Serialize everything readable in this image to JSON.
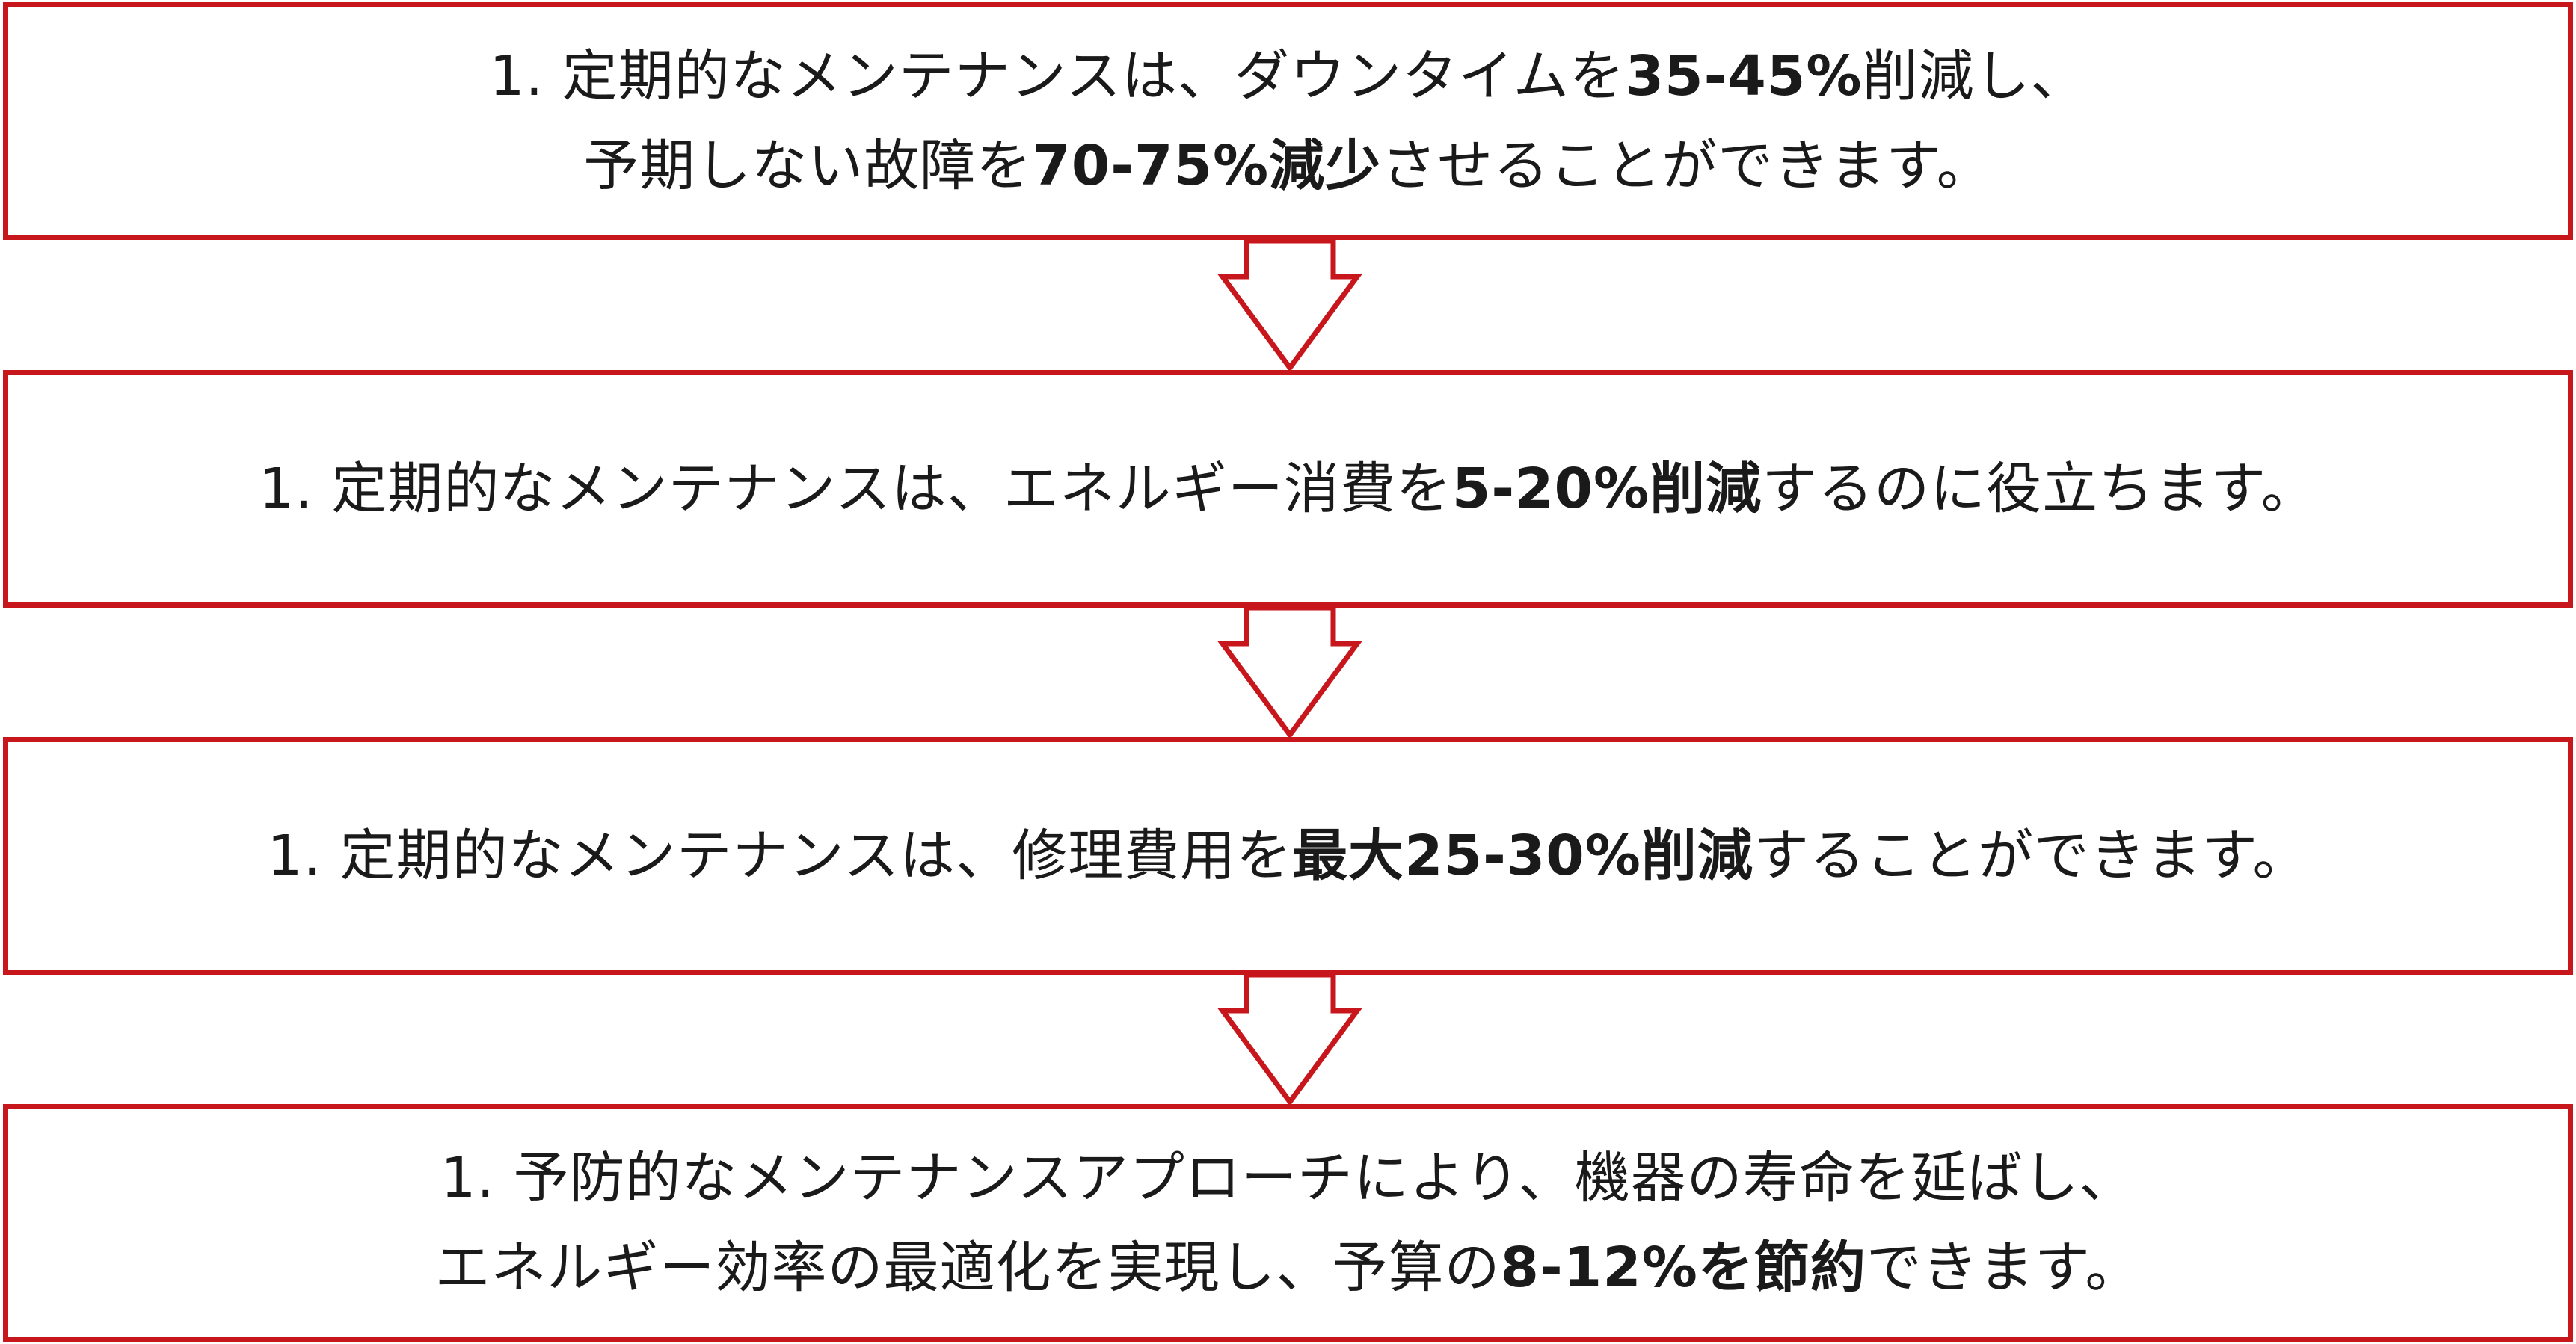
{
  "steps": [
    {
      "lines": [
        [
          {
            "text": "1. 定期的なメンテナンスは、ダウンタイムを",
            "bold": false
          },
          {
            "text": "35-45%",
            "bold": true
          },
          {
            "text": "削減し、",
            "bold": false
          }
        ],
        [
          {
            "text": "予期しない故障を",
            "bold": false
          },
          {
            "text": "70-75%減少",
            "bold": true
          },
          {
            "text": "させることができます。",
            "bold": false
          }
        ]
      ]
    },
    {
      "lines": [
        [
          {
            "text": "1. 定期的なメンテナンスは、エネルギー消費を",
            "bold": false
          },
          {
            "text": "5-20%削減",
            "bold": true
          },
          {
            "text": "するのに役立ちます。",
            "bold": false
          }
        ]
      ]
    },
    {
      "lines": [
        [
          {
            "text": "1. 定期的なメンテナンスは、修理費用を",
            "bold": false
          },
          {
            "text": "最大25-30%削減",
            "bold": true
          },
          {
            "text": "することができます。",
            "bold": false
          }
        ]
      ]
    },
    {
      "lines": [
        [
          {
            "text": "1. 予防的なメンテナンスアプローチにより、機器の寿命を延ばし、",
            "bold": false
          }
        ],
        [
          {
            "text": "エネルギー効率の最適化を実現し、予算の",
            "bold": false
          },
          {
            "text": "8-12%を節約",
            "bold": true
          },
          {
            "text": "できます。",
            "bold": false
          }
        ]
      ]
    }
  ],
  "colors": {
    "border": "#c8161d",
    "text": "#1a1a1a",
    "background": "#ffffff"
  }
}
